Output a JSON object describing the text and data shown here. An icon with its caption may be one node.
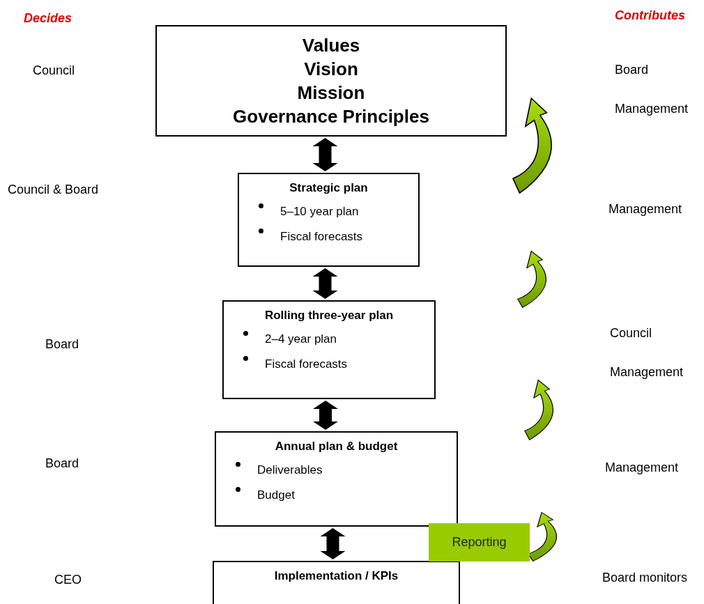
{
  "diagram": {
    "nodes": [
      {
        "text": [
          "Values",
          "Vision",
          "Mission",
          "Governance Principles"
        ]
      },
      {
        "text": [
          "Strategic plan",
          "5–10 year plan",
          "Fiscal forecasts"
        ]
      },
      {
        "text": [
          "Rolling three-year plan",
          "2–4 year plan",
          "Fiscal forecasts"
        ]
      },
      {
        "text": [
          "Annual plan & budget",
          "Deliverables",
          "Budget"
        ]
      },
      {
        "text": [
          "Implementation / KPIs"
        ]
      },
      {
        "text": [
          "Reporting"
        ]
      }
    ],
    "edges": [
      {
        "from": 0,
        "to": 1,
        "arrow": "both"
      },
      {
        "from": 1,
        "to": 2,
        "arrow": "both"
      },
      {
        "from": 2,
        "to": 3,
        "arrow": "both"
      },
      {
        "from": 3,
        "to": 4,
        "arrow": "both"
      }
    ],
    "labels": [
      "Decides",
      "Contributes",
      "Council",
      "Board",
      "Management",
      "Council & Board",
      "Management",
      "Board",
      "Council",
      "Management",
      "Board",
      "Management",
      "CEO",
      "Board monitors"
    ]
  }
}
